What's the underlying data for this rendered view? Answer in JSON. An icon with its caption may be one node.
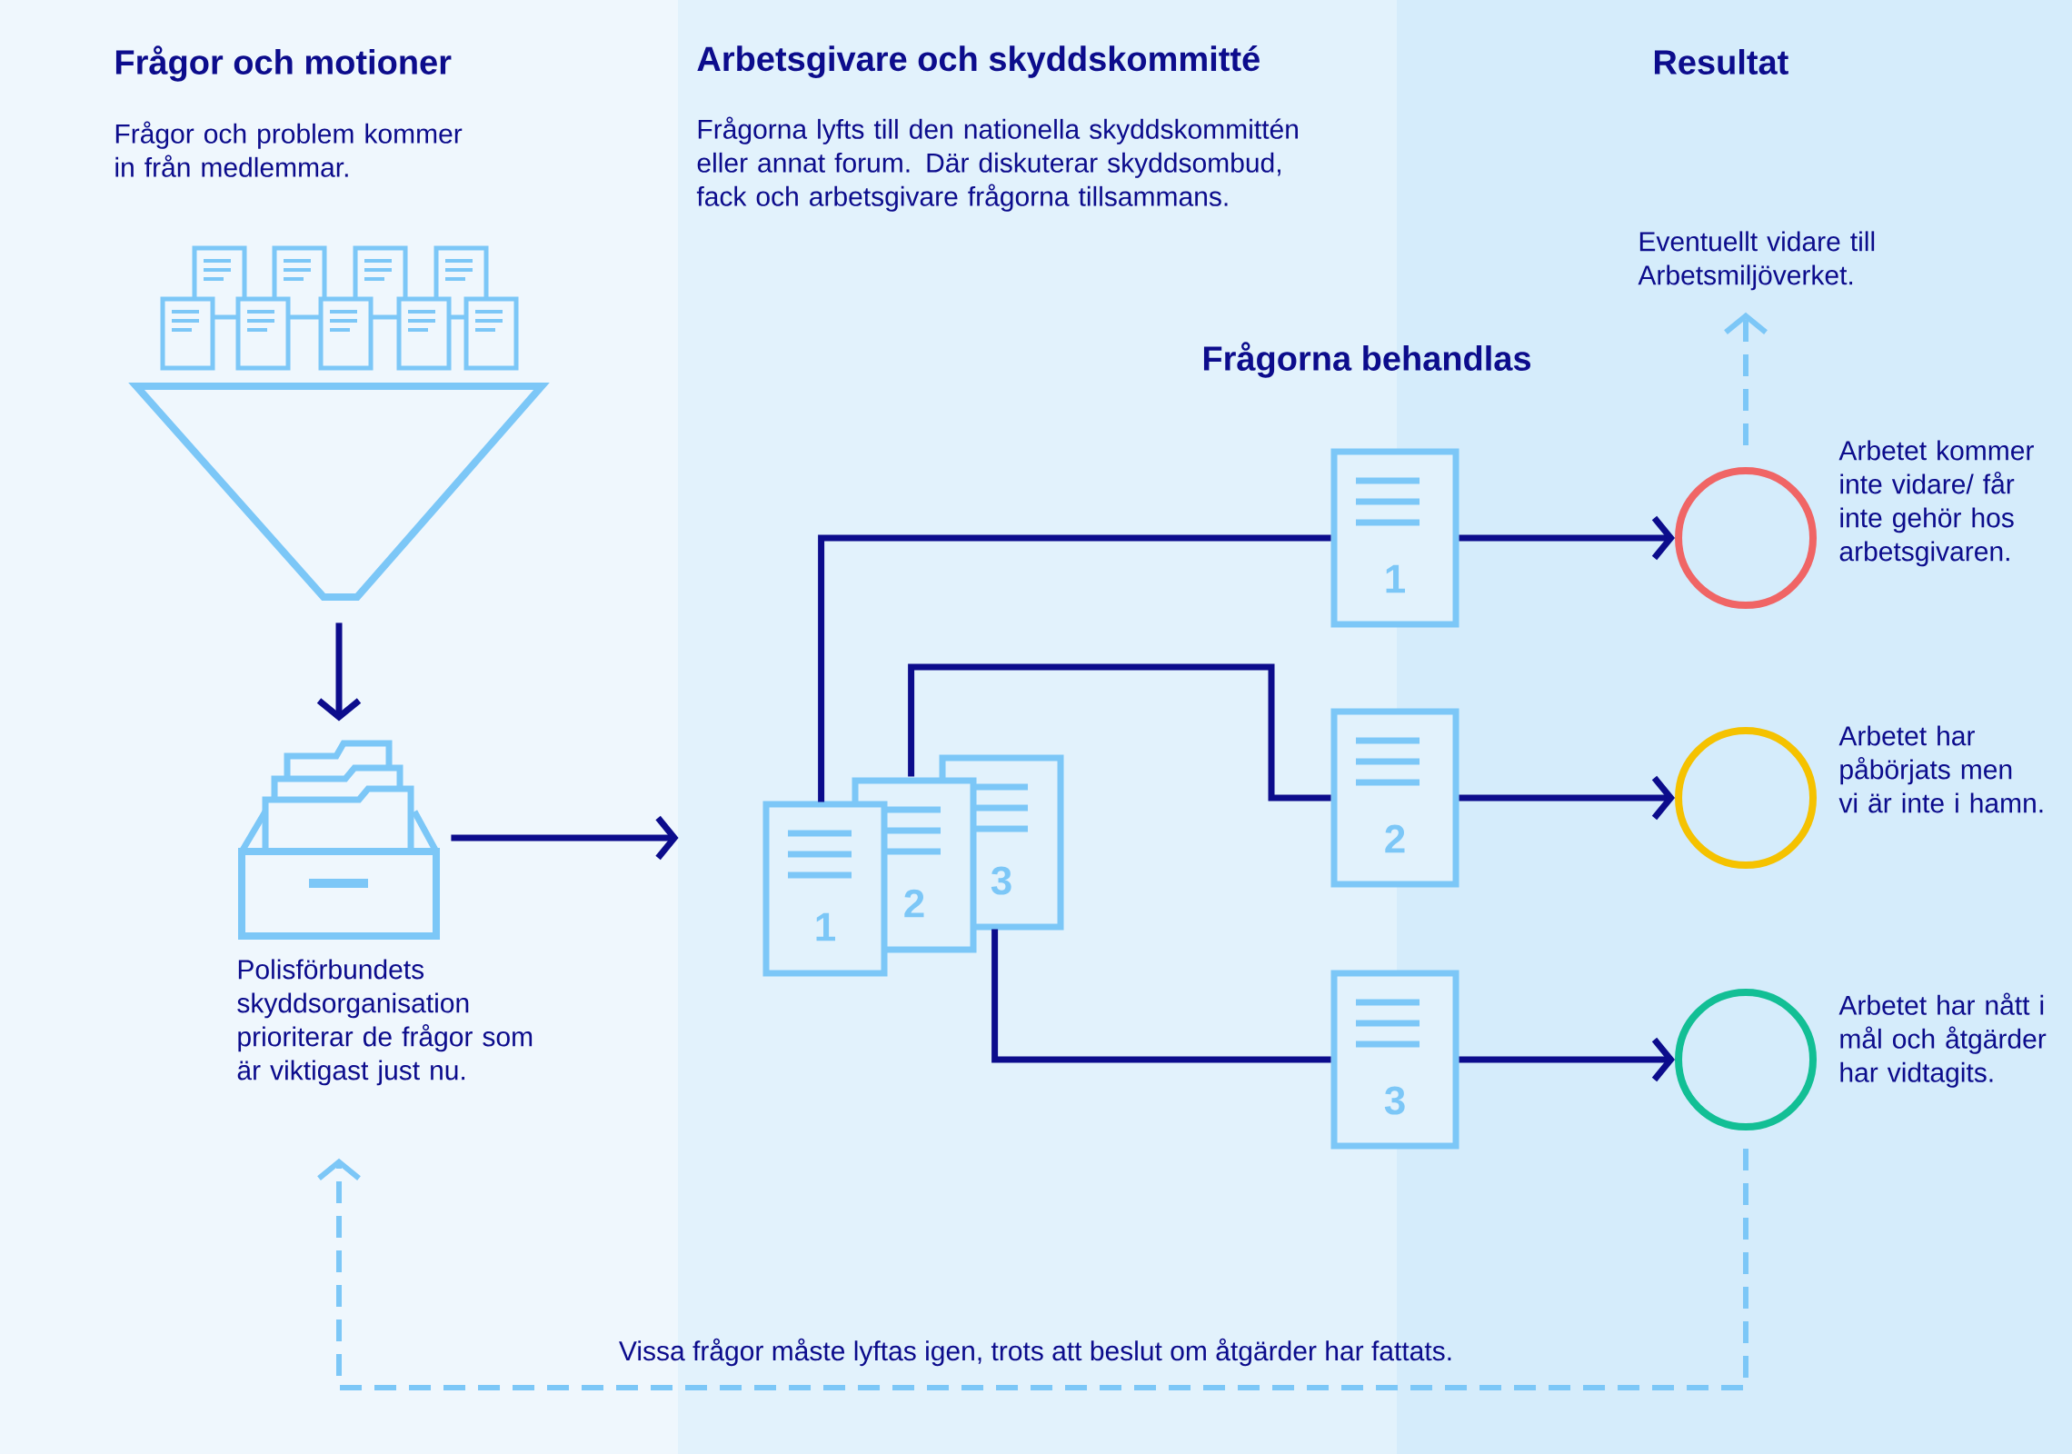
{
  "diagram": {
    "nodes": [
      {
        "text": [],
        "shape": "picture"
      },
      {
        "text": [],
        "shape": "picture",
        "beside": [
          "Polisförbundets skyddsorganisation prioriterar de frågor som är viktigast just nu."
        ]
      },
      {
        "text": [
          "1",
          "2",
          "3"
        ]
      },
      {
        "text": [
          "1"
        ]
      },
      {
        "text": [
          "2"
        ]
      },
      {
        "text": [
          "3"
        ]
      },
      {
        "text": [],
        "shape": "circle",
        "beside": [
          "Arbetet kommer inte vidare/ får inte gehör hos arbetsgivaren."
        ]
      },
      {
        "text": [],
        "shape": "circle",
        "beside": [
          "Arbetet har påbörjats men vi är inte i hamn."
        ]
      },
      {
        "text": [],
        "shape": "circle",
        "beside": [
          "Arbetet har nått i mål och åtgärder har vidtagits."
        ]
      },
      {
        "text": [
          "Eventuellt vidare till Arbetsmiljöverket."
        ]
      }
    ],
    "edges": [
      {
        "from": 2,
        "to": 3,
        "arrow": "none"
      },
      {
        "from": 2,
        "to": 4,
        "arrow": "none"
      },
      {
        "from": 2,
        "to": 5,
        "arrow": "none"
      },
      {
        "from": 3,
        "to": 6,
        "arrow": "to"
      },
      {
        "from": 4,
        "to": 7,
        "arrow": "to"
      },
      {
        "from": 5,
        "to": 8,
        "arrow": "to"
      },
      {
        "from": 6,
        "to": 9,
        "arrow": "to",
        "style": "dashed",
        "color": "#7cc7f7"
      },
      {
        "from": 8,
        "to": 1,
        "arrow": "to",
        "style": "dashed",
        "color": "#7cc7f7",
        "label": "Vissa frågor måste lyftas igen, trots att beslut om åtgärder har fattats."
      },
      {
        "from": 0,
        "to": 1,
        "arrow": "to"
      },
      {
        "from": 1,
        "to": 2,
        "arrow": "to"
      }
    ],
    "labels": [
      "Frågor och motioner",
      "Frågor och problem kommer in från medlemmar.",
      "Arbetsgivare och skyddskommitté",
      "Frågorna lyfts till den nationella skyddskommittén eller annat forum. Där diskuterar skyddsombud, fack och arbetsgivare frågorna tillsammans.",
      "Resultat",
      "Frågorna behandlas"
    ]
  }
}
